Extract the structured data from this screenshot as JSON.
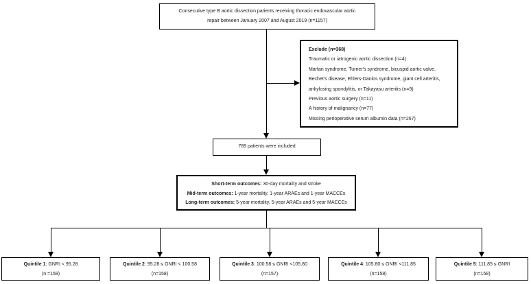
{
  "diagram": {
    "top_box": {
      "line1": "Consecutive type B aortic dissection patients receiving thoracic endovascular aortic",
      "line2": "repair between January 2007 and August 2019 (n=1157)"
    },
    "exclude_box": {
      "title": "Exclude (n=368)",
      "items": [
        "Traumatic or iatrogenic aortic dissection (n=4)",
        "Marfan syndrome, Turner's syndrome, bicuspid aortic valve,",
        "Bechet's disease, Ehlers-Danlos syndrome, giant cell arteritis,",
        "ankylosing spondylitis, or Takayasu arteritis (n=9)",
        "Previous aortic surgery (n=11)",
        "A history of malignancy (n=77)",
        "Missing perioperative serum albumin data (n=267)"
      ]
    },
    "included_box": {
      "text": "789 patients were included"
    },
    "outcomes_box": {
      "rows": [
        {
          "label": "Short-term outcomes:",
          "text": " 30-day mortality and stroke"
        },
        {
          "label": "Mid-term outcomes:",
          "text": " 1-year mortality, 1-year ARAEs and 1-year MACCEs"
        },
        {
          "label": "Long-term outcomes:",
          "text": " 5-year mortality, 5-year ARAEs and 5-year MACCEs"
        }
      ]
    },
    "quintiles": [
      {
        "label": "Quintile 1",
        "criteria": ": GNRI < 95.28",
        "count": "(n =158)"
      },
      {
        "label": "Quintile 2",
        "criteria": ": 95.28 ≤ GNRI < 100.58",
        "count": "(n=158)"
      },
      {
        "label": "Quintile 3",
        "criteria": ": 100.58 ≤ GNRI <105.80",
        "count": "(n=157)"
      },
      {
        "label": "Quintile 4",
        "criteria": ": 105.80 ≤ GNRI <111.85",
        "count": "(n=158)"
      },
      {
        "label": "Quintile 5",
        "criteria": ": 111.85 ≤ GNRI",
        "count": "(n=158)"
      }
    ]
  }
}
